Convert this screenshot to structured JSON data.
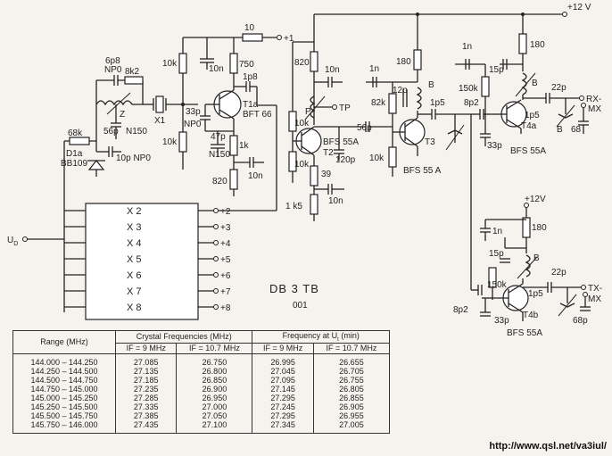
{
  "supply": {
    "top": "+12 V",
    "bottom": "+12V"
  },
  "title": "DB 3 TB",
  "subtitle": "001",
  "input_label": "U",
  "input_sub": "D",
  "mux_taps": [
    "X 2",
    "X 3",
    "X 4",
    "X 5",
    "X 6",
    "X 7",
    "X 8"
  ],
  "mux_pins": [
    "+2",
    "+3",
    "+4",
    "+5",
    "+6",
    "+7",
    "+8"
  ],
  "plus1": "+1",
  "outputs": {
    "rx": "RX-",
    "rx2": "MX",
    "tx": "TX-",
    "tx2": "MX"
  },
  "tp": "TP",
  "transistors": {
    "t1": "T1a",
    "t1type": "BFT 66",
    "t2": "T2",
    "t2type": "BFS 55A",
    "t3": "T3",
    "t3type": "BFS 55 A",
    "t4a": "T4a",
    "t4atype": "BFS 55A",
    "t4b": "T4b",
    "t4btype": "BFS 55A"
  },
  "diode": {
    "name": "D1a",
    "type": "BB109"
  },
  "crystal": "X1",
  "components": {
    "r10": "10",
    "c10n_a": "10n",
    "r10k_a": "10k",
    "r750": "750",
    "c1p8": "1p8",
    "c6p8": "6p8",
    "npo1": "NP0",
    "r8k2": "8k2",
    "z": "Z",
    "c56p": "56p",
    "n150": "N150",
    "r68k": "68k",
    "c10p": "10p NP0",
    "c33p": "33p",
    "npo2": "NP0",
    "c47p": "47p",
    "n150b": "N150",
    "r10k_b": "10k",
    "r1k": "1k",
    "r820a": "820",
    "c10n_b": "10n",
    "r820b": "820",
    "c10n_c": "10n",
    "r10k_c": "10k",
    "r10k_d": "10k",
    "r39": "39",
    "r1k5": "1 k5",
    "c10n_d": "10n",
    "c1n_a": "1n",
    "r82k": "82k",
    "r180a": "180",
    "c12p": "12p",
    "b1": "B",
    "c56p_b": "56p",
    "c120p": "120p",
    "r10k_e": "10k",
    "c1p5a": "1p5",
    "c1n_b": "1n",
    "r180b": "180",
    "c15p_a": "15p",
    "r150k_a": "150k",
    "b2": "B",
    "c22p_a": "22p",
    "c8p2a": "8p2",
    "c33p_b": "33p",
    "c1p5b": "1p5",
    "b3": "B",
    "c68": "68",
    "p": "P",
    "c1n_c": "1n",
    "r180c": "180",
    "c15p_b": "15p",
    "b4": "B",
    "c22p_b": "22p",
    "r150k_b": "150k",
    "c1p5c": "1p5",
    "c8p2b": "8p2",
    "c33p_c": "33p",
    "c68p": "68p"
  },
  "table": {
    "col1": "Range (MHz)",
    "group1": "Crystal Frequencies (MHz)",
    "group2": "Frequency at U",
    "group2_sub": "t",
    "group2_tail": " (min)",
    "sub": [
      "IF = 9 MHz",
      "IF = 10.7 MHz",
      "IF = 9 MHz",
      "IF = 10.7 MHz"
    ],
    "rows": [
      [
        "144.000 – 144.250",
        "27.085",
        "26.750",
        "26.995",
        "26.655"
      ],
      [
        "144.250 – 144.500",
        "27.135",
        "26.800",
        "27.045",
        "26.705"
      ],
      [
        "144.500 – 144.750",
        "27.185",
        "26.850",
        "27.095",
        "26.755"
      ],
      [
        "144.750 – 145.000",
        "27.235",
        "26.900",
        "27.145",
        "26.805"
      ],
      [
        "145.000 – 145.250",
        "27.285",
        "26.950",
        "27.295",
        "26.855"
      ],
      [
        "145.250 – 145.500",
        "27.335",
        "27.000",
        "27.245",
        "26.905"
      ],
      [
        "145.500 – 145.750",
        "27.385",
        "27.050",
        "27.295",
        "26.955"
      ],
      [
        "145.750 – 146.000",
        "27.435",
        "27.100",
        "27.345",
        "27.005"
      ]
    ]
  },
  "url": "http://www.qsl.net/va3iul/"
}
